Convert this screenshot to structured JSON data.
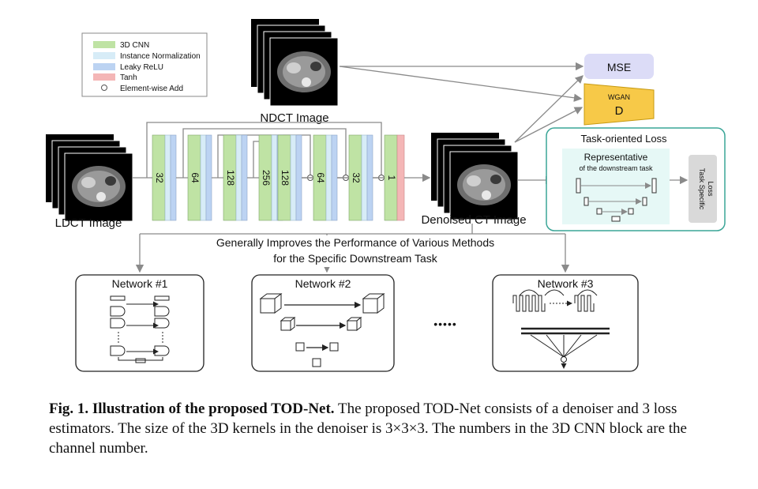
{
  "legend": {
    "items": [
      {
        "label": "3D CNN",
        "color": "#bfe3a4"
      },
      {
        "label": "Instance Normalization",
        "color": "#d7ecf7"
      },
      {
        "label": "Leaky ReLU",
        "color": "#bcd3f2"
      },
      {
        "label": "Tanh",
        "color": "#f4b6b6"
      },
      {
        "label": "Element-wise Add",
        "color": "#ffffff"
      }
    ]
  },
  "images": {
    "ndct_label": "NDCT Image",
    "ldct_label": "LDCT Image",
    "denoised_label": "Denoised CT Image"
  },
  "blocks": [
    "32",
    "64",
    "128",
    "256",
    "128",
    "64",
    "32",
    "1"
  ],
  "loss": {
    "mse_label": "MSE",
    "wgan_title": "WGAN",
    "wgan_letter": "D",
    "task_box_title": "Task-oriented  Loss",
    "representative_title": "Representative",
    "representative_sub": "of the downstream task",
    "task_specific_line1": "Task Specific",
    "task_specific_line2": "Loss"
  },
  "improve_text": {
    "line1": "Generally Improves the Performance of Various Methods",
    "line2": "for the Specific Downstream Task"
  },
  "networks": [
    "Network #1",
    "Network #2",
    "Network #3"
  ],
  "ellipsis": "•••••",
  "caption": {
    "bold": "Fig. 1. Illustration of the proposed TOD-Net.",
    "text": " The proposed TOD-Net consists of a denoiser and 3 loss estimators. The size of the 3D kernels in the denoiser is 3×3×3. The numbers in the 3D CNN block are the channel number."
  },
  "colors": {
    "cnn": "#bfe3a4",
    "norm": "#d7ecf7",
    "relu": "#bcd3f2",
    "tanh": "#f4b6b6",
    "mse_fill": "#dcdcf7",
    "wgan_fill": "#f7c948",
    "task_border": "#3aa597",
    "rep_fill": "#e6f8f6",
    "task_specific_fill": "#d9d9d9",
    "arrow": "#8a8a8a"
  }
}
